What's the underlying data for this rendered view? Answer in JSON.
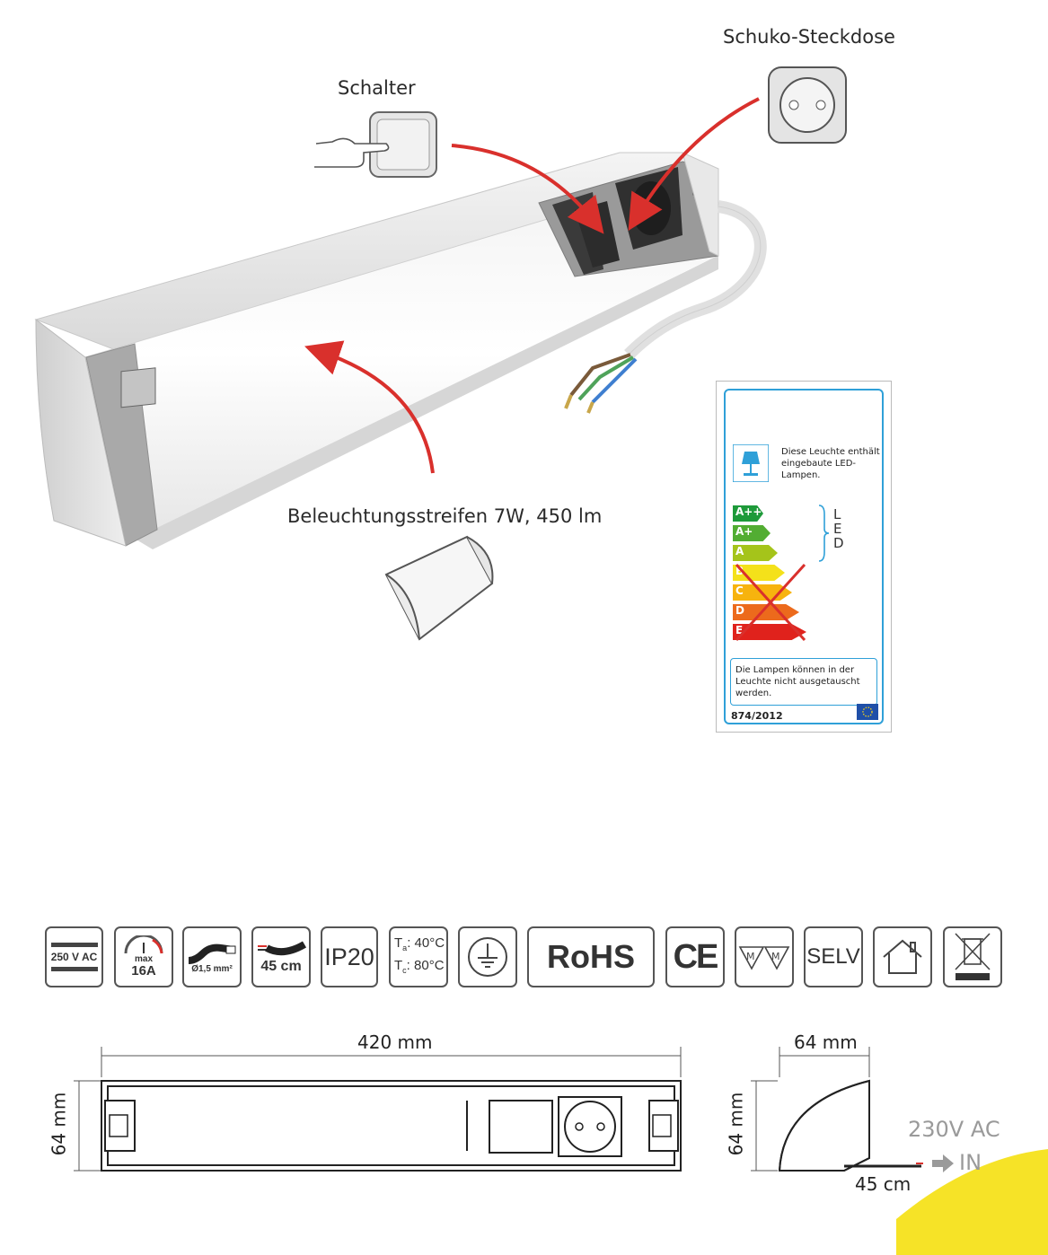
{
  "callouts": {
    "switch": "Schalter",
    "socket": "Schuko-Steckdose",
    "strip": "Beleuchtungsstreifen 7W, 450 lm"
  },
  "energy_label": {
    "text": "Diese Leuchte enthält eingebaute LED-Lampen.",
    "classes": [
      "A++",
      "A+",
      "A",
      "B",
      "C",
      "D",
      "E"
    ],
    "led": "LED",
    "note": "Die Lampen können in der Leuchte nicht ausgetauscht werden.",
    "regulation": "874/2012"
  },
  "spec_icons": {
    "voltage": "250 V AC",
    "current_max": "max",
    "current_value": "16A",
    "cable_diameter": "Ø1,5 mm²",
    "cable_length": "45 cm",
    "ip": "IP20",
    "ta": "T",
    "ta_sub": "a",
    "ta_val": ": 40°C",
    "tc": "T",
    "tc_sub": "c",
    "tc_val": ": 80°C",
    "rohs": "RoHS",
    "ce": "CE",
    "selv": "SELV"
  },
  "dimensions": {
    "length": "420 mm",
    "height_front": "64 mm",
    "depth": "64 mm",
    "height_side": "64 mm",
    "cable": "45 cm",
    "voltage": "230V AC",
    "input": "IN"
  },
  "colors": {
    "arrow": "#d9302c",
    "energy_border": "#2fa0d8",
    "accent_yellow": "#f5e21b"
  }
}
